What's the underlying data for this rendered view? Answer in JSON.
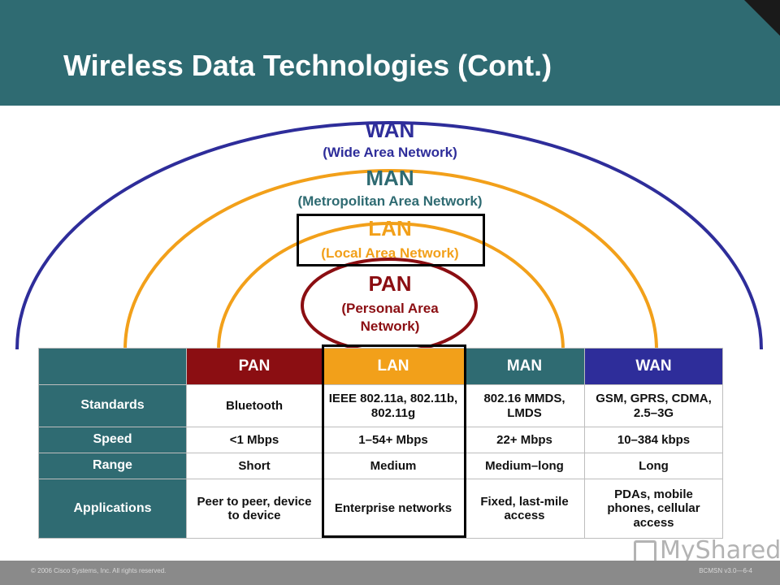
{
  "title": "Wireless Data Technologies (Cont.)",
  "diagram": {
    "wan": {
      "name": "WAN",
      "full": "(Wide Area Network)"
    },
    "man": {
      "name": "MAN",
      "full": "(Metropolitan Area Network)"
    },
    "lan": {
      "name": "LAN",
      "full": "(Local Area Network)"
    },
    "pan": {
      "name": "PAN",
      "full_line1": "(Personal Area",
      "full_line2": "Network)"
    }
  },
  "colors": {
    "header": "#2f6b72",
    "pan": "#8b0e12",
    "lan": "#f2a01a",
    "man": "#2f6b72",
    "wan": "#2e2d9a"
  },
  "table": {
    "headers": [
      "PAN",
      "LAN",
      "MAN",
      "WAN"
    ],
    "rows": [
      {
        "label": "Standards",
        "cells": [
          "Bluetooth",
          "IEEE 802.11a, 802.11b, 802.11g",
          "802.16 MMDS, LMDS",
          "GSM, GPRS, CDMA, 2.5–3G"
        ]
      },
      {
        "label": "Speed",
        "cells": [
          "<1 Mbps",
          "1–54+ Mbps",
          "22+ Mbps",
          "10–384 kbps"
        ]
      },
      {
        "label": "Range",
        "cells": [
          "Short",
          "Medium",
          "Medium–long",
          "Long"
        ]
      },
      {
        "label": "Applications",
        "cells": [
          "Peer to peer, device to device",
          "Enterprise networks",
          "Fixed, last-mile access",
          "PDAs, mobile phones, cellular access"
        ]
      }
    ]
  },
  "footer": {
    "copyright": "© 2006 Cisco Systems, Inc. All rights reserved.",
    "code": "BCMSN v3.0—6-4"
  },
  "watermark": "MyShared"
}
